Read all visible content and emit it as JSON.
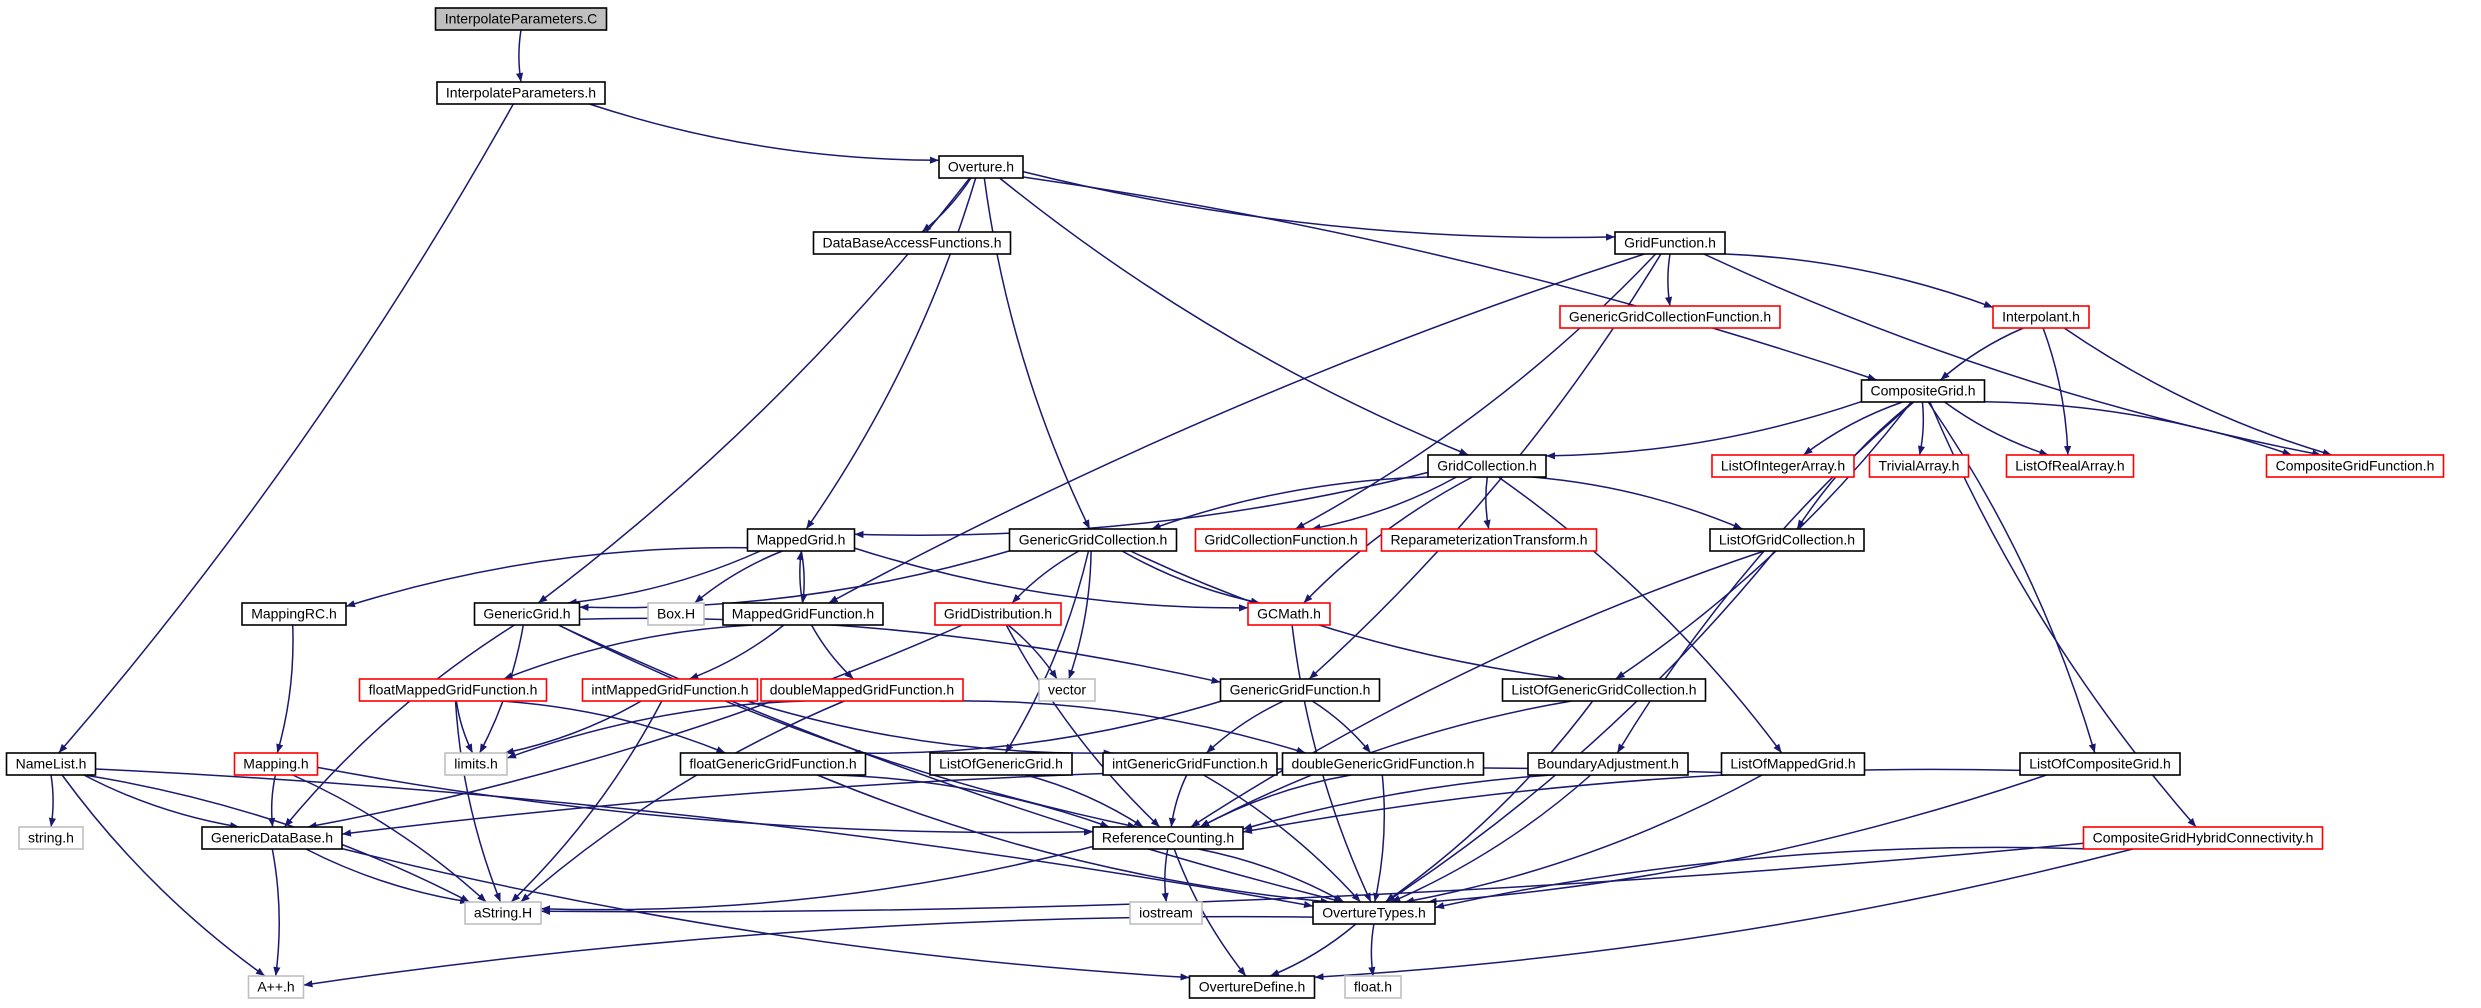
{
  "colors": {
    "edge": "#191970",
    "normal_border": "#000000",
    "truncated_border": "#ff0000",
    "system_border": "#bfbfbf",
    "root_fill": "#bfbfbf",
    "fill": "#ffffff"
  },
  "nodes": [
    {
      "id": "InterpolateParameters_C",
      "label": "InterpolateParameters.C",
      "kind": "root"
    },
    {
      "id": "InterpolateParameters_h",
      "label": "InterpolateParameters.h",
      "kind": "normal"
    },
    {
      "id": "Overture_h",
      "label": "Overture.h",
      "kind": "normal"
    },
    {
      "id": "DataBaseAccessFunctions_h",
      "label": "DataBaseAccessFunctions.h",
      "kind": "normal"
    },
    {
      "id": "GridFunction_h",
      "label": "GridFunction.h",
      "kind": "normal"
    },
    {
      "id": "GenericGridCollectionFunction_h",
      "label": "GenericGridCollectionFunction.h",
      "kind": "truncated"
    },
    {
      "id": "Interpolant_h",
      "label": "Interpolant.h",
      "kind": "truncated"
    },
    {
      "id": "CompositeGrid_h",
      "label": "CompositeGrid.h",
      "kind": "normal"
    },
    {
      "id": "GridCollection_h",
      "label": "GridCollection.h",
      "kind": "normal"
    },
    {
      "id": "ListOfIntegerArray_h",
      "label": "ListOfIntegerArray.h",
      "kind": "truncated"
    },
    {
      "id": "TrivialArray_h",
      "label": "TrivialArray.h",
      "kind": "truncated"
    },
    {
      "id": "ListOfRealArray_h",
      "label": "ListOfRealArray.h",
      "kind": "truncated"
    },
    {
      "id": "CompositeGridFunction_h",
      "label": "CompositeGridFunction.h",
      "kind": "truncated"
    },
    {
      "id": "MappedGrid_h",
      "label": "MappedGrid.h",
      "kind": "normal"
    },
    {
      "id": "GenericGridCollection_h",
      "label": "GenericGridCollection.h",
      "kind": "normal"
    },
    {
      "id": "GridCollectionFunction_h",
      "label": "GridCollectionFunction.h",
      "kind": "truncated"
    },
    {
      "id": "ReparameterizationTransform_h",
      "label": "ReparameterizationTransform.h",
      "kind": "truncated"
    },
    {
      "id": "ListOfGridCollection_h",
      "label": "ListOfGridCollection.h",
      "kind": "normal"
    },
    {
      "id": "MappingRC_h",
      "label": "MappingRC.h",
      "kind": "normal"
    },
    {
      "id": "GenericGrid_h",
      "label": "GenericGrid.h",
      "kind": "normal"
    },
    {
      "id": "Box_H",
      "label": "Box.H",
      "kind": "system"
    },
    {
      "id": "MappedGridFunction_h",
      "label": "MappedGridFunction.h",
      "kind": "normal"
    },
    {
      "id": "GridDistribution_h",
      "label": "GridDistribution.h",
      "kind": "truncated"
    },
    {
      "id": "GCMath_h",
      "label": "GCMath.h",
      "kind": "truncated"
    },
    {
      "id": "floatMappedGridFunction_h",
      "label": "floatMappedGridFunction.h",
      "kind": "truncated"
    },
    {
      "id": "intMappedGridFunction_h",
      "label": "intMappedGridFunction.h",
      "kind": "truncated"
    },
    {
      "id": "doubleMappedGridFunction_h",
      "label": "doubleMappedGridFunction.h",
      "kind": "truncated"
    },
    {
      "id": "vector",
      "label": "vector",
      "kind": "system"
    },
    {
      "id": "GenericGridFunction_h",
      "label": "GenericGridFunction.h",
      "kind": "normal"
    },
    {
      "id": "ListOfGenericGridCollection_h",
      "label": "ListOfGenericGridCollection.h",
      "kind": "normal"
    },
    {
      "id": "NameList_h",
      "label": "NameList.h",
      "kind": "normal"
    },
    {
      "id": "Mapping_h",
      "label": "Mapping.h",
      "kind": "truncated"
    },
    {
      "id": "limits_h",
      "label": "limits.h",
      "kind": "system"
    },
    {
      "id": "floatGenericGridFunction_h",
      "label": "floatGenericGridFunction.h",
      "kind": "normal"
    },
    {
      "id": "ListOfGenericGrid_h",
      "label": "ListOfGenericGrid.h",
      "kind": "normal"
    },
    {
      "id": "intGenericGridFunction_h",
      "label": "intGenericGridFunction.h",
      "kind": "normal"
    },
    {
      "id": "doubleGenericGridFunction_h",
      "label": "doubleGenericGridFunction.h",
      "kind": "normal"
    },
    {
      "id": "BoundaryAdjustment_h",
      "label": "BoundaryAdjustment.h",
      "kind": "normal"
    },
    {
      "id": "ListOfMappedGrid_h",
      "label": "ListOfMappedGrid.h",
      "kind": "normal"
    },
    {
      "id": "ListOfCompositeGrid_h",
      "label": "ListOfCompositeGrid.h",
      "kind": "normal"
    },
    {
      "id": "string_h",
      "label": "string.h",
      "kind": "system"
    },
    {
      "id": "GenericDataBase_h",
      "label": "GenericDataBase.h",
      "kind": "normal"
    },
    {
      "id": "ReferenceCounting_h",
      "label": "ReferenceCounting.h",
      "kind": "normal"
    },
    {
      "id": "CompositeGridHybridConnectivity_h",
      "label": "CompositeGridHybridConnectivity.h",
      "kind": "truncated"
    },
    {
      "id": "aString_H",
      "label": "aString.H",
      "kind": "system"
    },
    {
      "id": "iostream",
      "label": "iostream",
      "kind": "system"
    },
    {
      "id": "OvertureTypes_h",
      "label": "OvertureTypes.h",
      "kind": "normal"
    },
    {
      "id": "A___h",
      "label": "A++.h",
      "kind": "system"
    },
    {
      "id": "OvertureDefine_h",
      "label": "OvertureDefine.h",
      "kind": "normal"
    },
    {
      "id": "float_h",
      "label": "float.h",
      "kind": "system"
    }
  ],
  "edges": [
    [
      "InterpolateParameters_C",
      "InterpolateParameters_h"
    ],
    [
      "InterpolateParameters_h",
      "NameList_h"
    ],
    [
      "InterpolateParameters_h",
      "Overture_h"
    ],
    [
      "Overture_h",
      "DataBaseAccessFunctions_h"
    ],
    [
      "Overture_h",
      "GridFunction_h"
    ],
    [
      "Overture_h",
      "CompositeGrid_h"
    ],
    [
      "Overture_h",
      "GridCollection_h"
    ],
    [
      "Overture_h",
      "MappedGrid_h"
    ],
    [
      "Overture_h",
      "GenericGridCollection_h"
    ],
    [
      "Overture_h",
      "GenericGrid_h"
    ],
    [
      "GridFunction_h",
      "GenericGridCollectionFunction_h"
    ],
    [
      "GridFunction_h",
      "Interpolant_h"
    ],
    [
      "GridFunction_h",
      "CompositeGridFunction_h"
    ],
    [
      "GridFunction_h",
      "GridCollectionFunction_h"
    ],
    [
      "GridFunction_h",
      "MappedGridFunction_h"
    ],
    [
      "GridFunction_h",
      "GenericGridFunction_h"
    ],
    [
      "Interpolant_h",
      "CompositeGrid_h"
    ],
    [
      "Interpolant_h",
      "ListOfRealArray_h"
    ],
    [
      "Interpolant_h",
      "CompositeGridFunction_h"
    ],
    [
      "CompositeGrid_h",
      "GridCollection_h"
    ],
    [
      "CompositeGrid_h",
      "ListOfIntegerArray_h"
    ],
    [
      "CompositeGrid_h",
      "TrivialArray_h"
    ],
    [
      "CompositeGrid_h",
      "ListOfRealArray_h"
    ],
    [
      "CompositeGrid_h",
      "CompositeGridFunction_h"
    ],
    [
      "CompositeGrid_h",
      "ListOfGridCollection_h"
    ],
    [
      "CompositeGrid_h",
      "ListOfGenericGridCollection_h"
    ],
    [
      "CompositeGrid_h",
      "BoundaryAdjustment_h"
    ],
    [
      "CompositeGrid_h",
      "ListOfCompositeGrid_h"
    ],
    [
      "CompositeGrid_h",
      "CompositeGridHybridConnectivity_h"
    ],
    [
      "GridCollection_h",
      "MappedGrid_h"
    ],
    [
      "GridCollection_h",
      "GenericGridCollection_h"
    ],
    [
      "GridCollection_h",
      "GridCollectionFunction_h"
    ],
    [
      "GridCollection_h",
      "ReparameterizationTransform_h"
    ],
    [
      "GridCollection_h",
      "ListOfGridCollection_h"
    ],
    [
      "GridCollection_h",
      "GCMath_h"
    ],
    [
      "GridCollection_h",
      "ListOfMappedGrid_h"
    ],
    [
      "MappedGrid_h",
      "MappingRC_h"
    ],
    [
      "MappedGrid_h",
      "GenericGrid_h"
    ],
    [
      "MappedGrid_h",
      "Box_H"
    ],
    [
      "MappedGrid_h",
      "MappedGridFunction_h"
    ],
    [
      "MappedGrid_h",
      "GCMath_h"
    ],
    [
      "MappedGridFunction_h",
      "MappedGrid_h"
    ],
    [
      "MappedGridFunction_h",
      "floatMappedGridFunction_h"
    ],
    [
      "MappedGridFunction_h",
      "intMappedGridFunction_h"
    ],
    [
      "MappedGridFunction_h",
      "doubleMappedGridFunction_h"
    ],
    [
      "GenericGridCollection_h",
      "GenericGrid_h"
    ],
    [
      "GenericGridCollection_h",
      "GridDistribution_h"
    ],
    [
      "GenericGridCollection_h",
      "vector"
    ],
    [
      "GenericGridCollection_h",
      "GCMath_h"
    ],
    [
      "GenericGridCollection_h",
      "ListOfGenericGrid_h"
    ],
    [
      "GenericGridCollection_h",
      "ListOfGenericGridCollection_h"
    ],
    [
      "GridDistribution_h",
      "vector"
    ],
    [
      "GridDistribution_h",
      "ReferenceCounting_h"
    ],
    [
      "GridDistribution_h",
      "GenericDataBase_h"
    ],
    [
      "GenericGrid_h",
      "GenericDataBase_h"
    ],
    [
      "GenericGrid_h",
      "limits_h"
    ],
    [
      "GenericGrid_h",
      "ReferenceCounting_h"
    ],
    [
      "GenericGrid_h",
      "GenericGridFunction_h"
    ],
    [
      "GenericGrid_h",
      "OvertureTypes_h"
    ],
    [
      "MappingRC_h",
      "Mapping_h"
    ],
    [
      "floatMappedGridFunction_h",
      "limits_h"
    ],
    [
      "floatMappedGridFunction_h",
      "floatGenericGridFunction_h"
    ],
    [
      "floatMappedGridFunction_h",
      "aString_H"
    ],
    [
      "intMappedGridFunction_h",
      "limits_h"
    ],
    [
      "intMappedGridFunction_h",
      "intGenericGridFunction_h"
    ],
    [
      "intMappedGridFunction_h",
      "aString_H"
    ],
    [
      "doubleMappedGridFunction_h",
      "limits_h"
    ],
    [
      "doubleMappedGridFunction_h",
      "doubleGenericGridFunction_h"
    ],
    [
      "doubleMappedGridFunction_h",
      "aString_H"
    ],
    [
      "GenericGridFunction_h",
      "floatGenericGridFunction_h"
    ],
    [
      "GenericGridFunction_h",
      "intGenericGridFunction_h"
    ],
    [
      "GenericGridFunction_h",
      "doubleGenericGridFunction_h"
    ],
    [
      "ListOfGenericGridCollection_h",
      "ReferenceCounting_h"
    ],
    [
      "ListOfGenericGridCollection_h",
      "OvertureTypes_h"
    ],
    [
      "ListOfGridCollection_h",
      "ReferenceCounting_h"
    ],
    [
      "ListOfGridCollection_h",
      "OvertureTypes_h"
    ],
    [
      "GCMath_h",
      "OvertureTypes_h"
    ],
    [
      "floatGenericGridFunction_h",
      "ReferenceCounting_h"
    ],
    [
      "floatGenericGridFunction_h",
      "OvertureTypes_h"
    ],
    [
      "ListOfGenericGrid_h",
      "ReferenceCounting_h"
    ],
    [
      "intGenericGridFunction_h",
      "ReferenceCounting_h"
    ],
    [
      "intGenericGridFunction_h",
      "OvertureTypes_h"
    ],
    [
      "doubleGenericGridFunction_h",
      "ReferenceCounting_h"
    ],
    [
      "doubleGenericGridFunction_h",
      "OvertureTypes_h"
    ],
    [
      "BoundaryAdjustment_h",
      "GenericDataBase_h"
    ],
    [
      "BoundaryAdjustment_h",
      "OvertureTypes_h"
    ],
    [
      "ListOfMappedGrid_h",
      "ReferenceCounting_h"
    ],
    [
      "ListOfMappedGrid_h",
      "OvertureTypes_h"
    ],
    [
      "ListOfCompositeGrid_h",
      "ReferenceCounting_h"
    ],
    [
      "ListOfCompositeGrid_h",
      "OvertureTypes_h"
    ],
    [
      "Mapping_h",
      "GenericDataBase_h"
    ],
    [
      "Mapping_h",
      "aString_H"
    ],
    [
      "Mapping_h",
      "ReferenceCounting_h"
    ],
    [
      "NameList_h",
      "string_h"
    ],
    [
      "NameList_h",
      "GenericDataBase_h"
    ],
    [
      "NameList_h",
      "aString_H"
    ],
    [
      "NameList_h",
      "A___h"
    ],
    [
      "NameList_h",
      "OvertureTypes_h"
    ],
    [
      "GenericDataBase_h",
      "aString_H"
    ],
    [
      "GenericDataBase_h",
      "A___h"
    ],
    [
      "GenericDataBase_h",
      "OvertureDefine_h"
    ],
    [
      "ReferenceCounting_h",
      "aString_H"
    ],
    [
      "ReferenceCounting_h",
      "iostream"
    ],
    [
      "ReferenceCounting_h",
      "OvertureTypes_h"
    ],
    [
      "ReferenceCounting_h",
      "OvertureDefine_h"
    ],
    [
      "CompositeGridHybridConnectivity_h",
      "aString_H"
    ],
    [
      "CompositeGridHybridConnectivity_h",
      "OvertureTypes_h"
    ],
    [
      "CompositeGridHybridConnectivity_h",
      "OvertureDefine_h"
    ],
    [
      "OvertureTypes_h",
      "A___h"
    ],
    [
      "OvertureTypes_h",
      "OvertureDefine_h"
    ],
    [
      "OvertureTypes_h",
      "float_h"
    ]
  ]
}
